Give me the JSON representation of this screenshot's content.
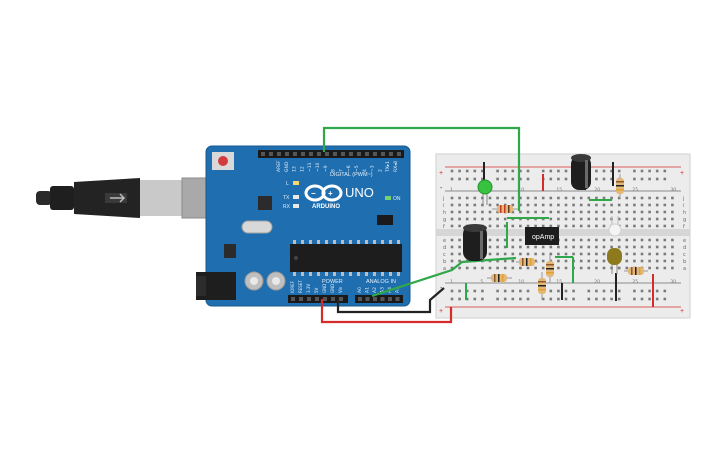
{
  "arduino": {
    "brand_text": "ARDUINO",
    "model_text": "UNO",
    "on_label": "ON",
    "l_label": "L",
    "tx_label": "TX",
    "rx_label": "RX",
    "digital_label": "DIGITAL (PWM~)",
    "power_label": "POWER",
    "analog_label": "ANALOG IN",
    "digital_pins": [
      "AREF",
      "GND",
      "13",
      "12",
      "~11",
      "~10",
      "~9",
      "8",
      "7",
      "~6",
      "~5",
      "4",
      "~3",
      "2",
      "TX▸1",
      "RX◂0"
    ],
    "power_pins": [
      "IOREF",
      "RESET",
      "3.3V",
      "5V",
      "GND",
      "GND",
      "Vin"
    ],
    "analog_pins": [
      "A0",
      "A1",
      "A2",
      "A3",
      "A4",
      "A5"
    ]
  },
  "breadboard": {
    "col_numbers": [
      "1",
      "5",
      "10",
      "15",
      "20",
      "25",
      "30"
    ],
    "row_letters_top": [
      "j",
      "i",
      "h",
      "g",
      "f"
    ],
    "row_letters_bottom": [
      "e",
      "d",
      "c",
      "b",
      "a"
    ],
    "rail_plus": "+",
    "rail_minus": "-"
  },
  "components": {
    "opamp_label": "opAmp"
  },
  "colors": {
    "board_blue": "#1f6fb0",
    "wire_green": "#2fa84a",
    "wire_red": "#d62b2b",
    "wire_black": "#222222",
    "breadboard": "#ececec"
  }
}
